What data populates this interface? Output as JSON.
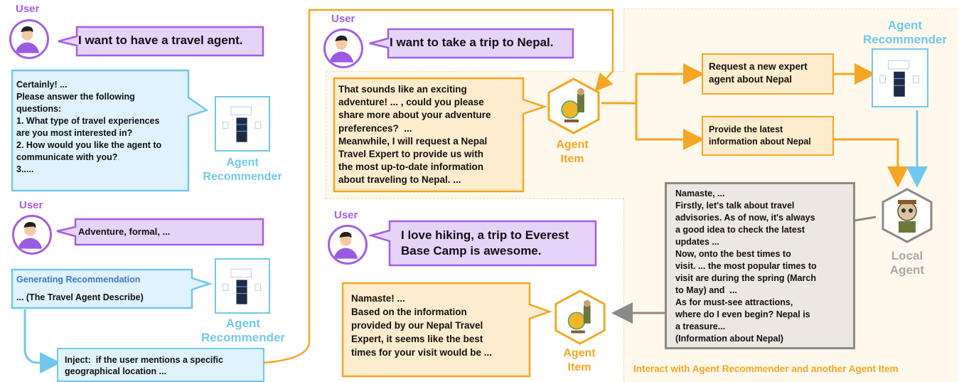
{
  "colors": {
    "purple": "#a45ee5",
    "purple_fill": "#e6d3f8",
    "blue": "#72c8ec",
    "blue_fill": "#dff2fd",
    "orange": "#f5a623",
    "orange_fill": "#fdeccd",
    "gray": "#8a8a8a",
    "gray_fill": "#ece8e1",
    "region_fill": "#fff8ec"
  },
  "labels": {
    "user": "User",
    "agent_recommender_line1": "Agent",
    "agent_recommender_line2": "Recommender",
    "agent_item_line1": "Agent",
    "agent_item_line2": "Item",
    "local_agent_line1": "Local",
    "local_agent_line2": "Agent",
    "interact_caption": "Interact with Agent Recommender and another Agent Item"
  },
  "left_panel": {
    "user_msg_1": "I want to have a travel agent.",
    "recommender_reply": [
      "Certainly! ...",
      "Please answer the following",
      "questions:",
      "1. What type of travel experiences",
      "are you most interested in?",
      "2. How would you like the agent to",
      "communicate with you?",
      "3....."
    ],
    "user_msg_2": "Adventure, formal, ...",
    "generating_title": "Generating Recommendation",
    "generating_body": "... (The Travel Agent Describe)",
    "inject_lines": [
      "Inject:  if the user mentions a specific",
      "geographical location ..."
    ]
  },
  "right_panel": {
    "user_msg_nepal": "I want to take a trip to Nepal.",
    "agent_reply_1": [
      "That sounds like an exciting",
      "adventure! ... , could you please",
      "share more about your adventure",
      "preferences?  ...",
      "Meanwhile, I will request a Nepal",
      "Travel Expert to provide us with",
      "the most up-to-date information",
      "about traveling to Nepal. ..."
    ],
    "request_expert": [
      "Request a new expert",
      "agent about Nepal"
    ],
    "provide_info": [
      "Provide the latest",
      "information about Nepal"
    ],
    "local_agent_reply": [
      "Namaste, ...",
      "Firstly, let's talk about travel",
      "advisories. As of now, it's always",
      "a good idea to check the latest",
      "updates ...",
      "Now, onto the best times to",
      "visit. ... the most popular times to",
      "visit are during the spring (March",
      "to May) and  ...",
      "As for must-see attractions,",
      "where do I even begin? Nepal is",
      "a treasure...",
      "(Information about Nepal)"
    ],
    "user_msg_hiking": [
      "I love hiking, a trip to Everest",
      "Base Camp is awesome."
    ],
    "agent_reply_2": [
      "Namaste! ...",
      "Based on the information",
      "provided by our Nepal Travel",
      "Expert, it seems like the best",
      "times for your visit would be ..."
    ]
  }
}
